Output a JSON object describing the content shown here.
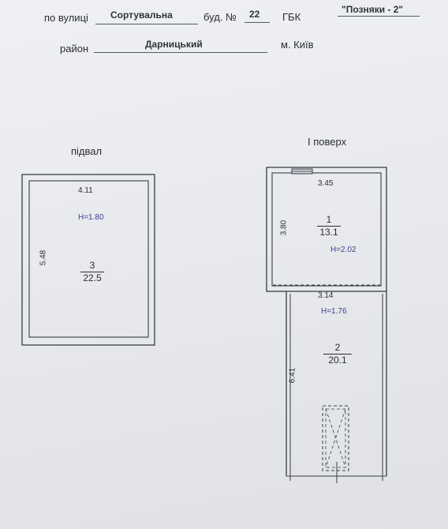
{
  "header": {
    "street_prefix": "по вулиці",
    "street_value": "Сортувальна",
    "building_prefix": "буд. №",
    "building_value": "22",
    "gbk_label": "ГБК",
    "gbk_value": "\"Позняки - 2\"",
    "district_prefix": "район",
    "district_value": "Дарницький",
    "city": "м. Київ"
  },
  "basement": {
    "title": "підвал",
    "width_dim": "4.11",
    "height_label": "H=1.80",
    "length_dim": "5.48",
    "room_number": "3",
    "room_area": "22.5"
  },
  "first_floor": {
    "title": "I поверх",
    "room1": {
      "width_dim": "3.45",
      "length_dim": "3.80",
      "room_number": "1",
      "room_area": "13.1",
      "height_label": "H=2.02"
    },
    "room2": {
      "width_dim": "3.14",
      "height_label": "H=1.76",
      "length_dim": "6.41",
      "room_number": "2",
      "room_area": "20.1"
    }
  },
  "colors": {
    "paper": "#e6e8ec",
    "ink": "#2a2c33",
    "height_ink": "#3b3f8f"
  }
}
